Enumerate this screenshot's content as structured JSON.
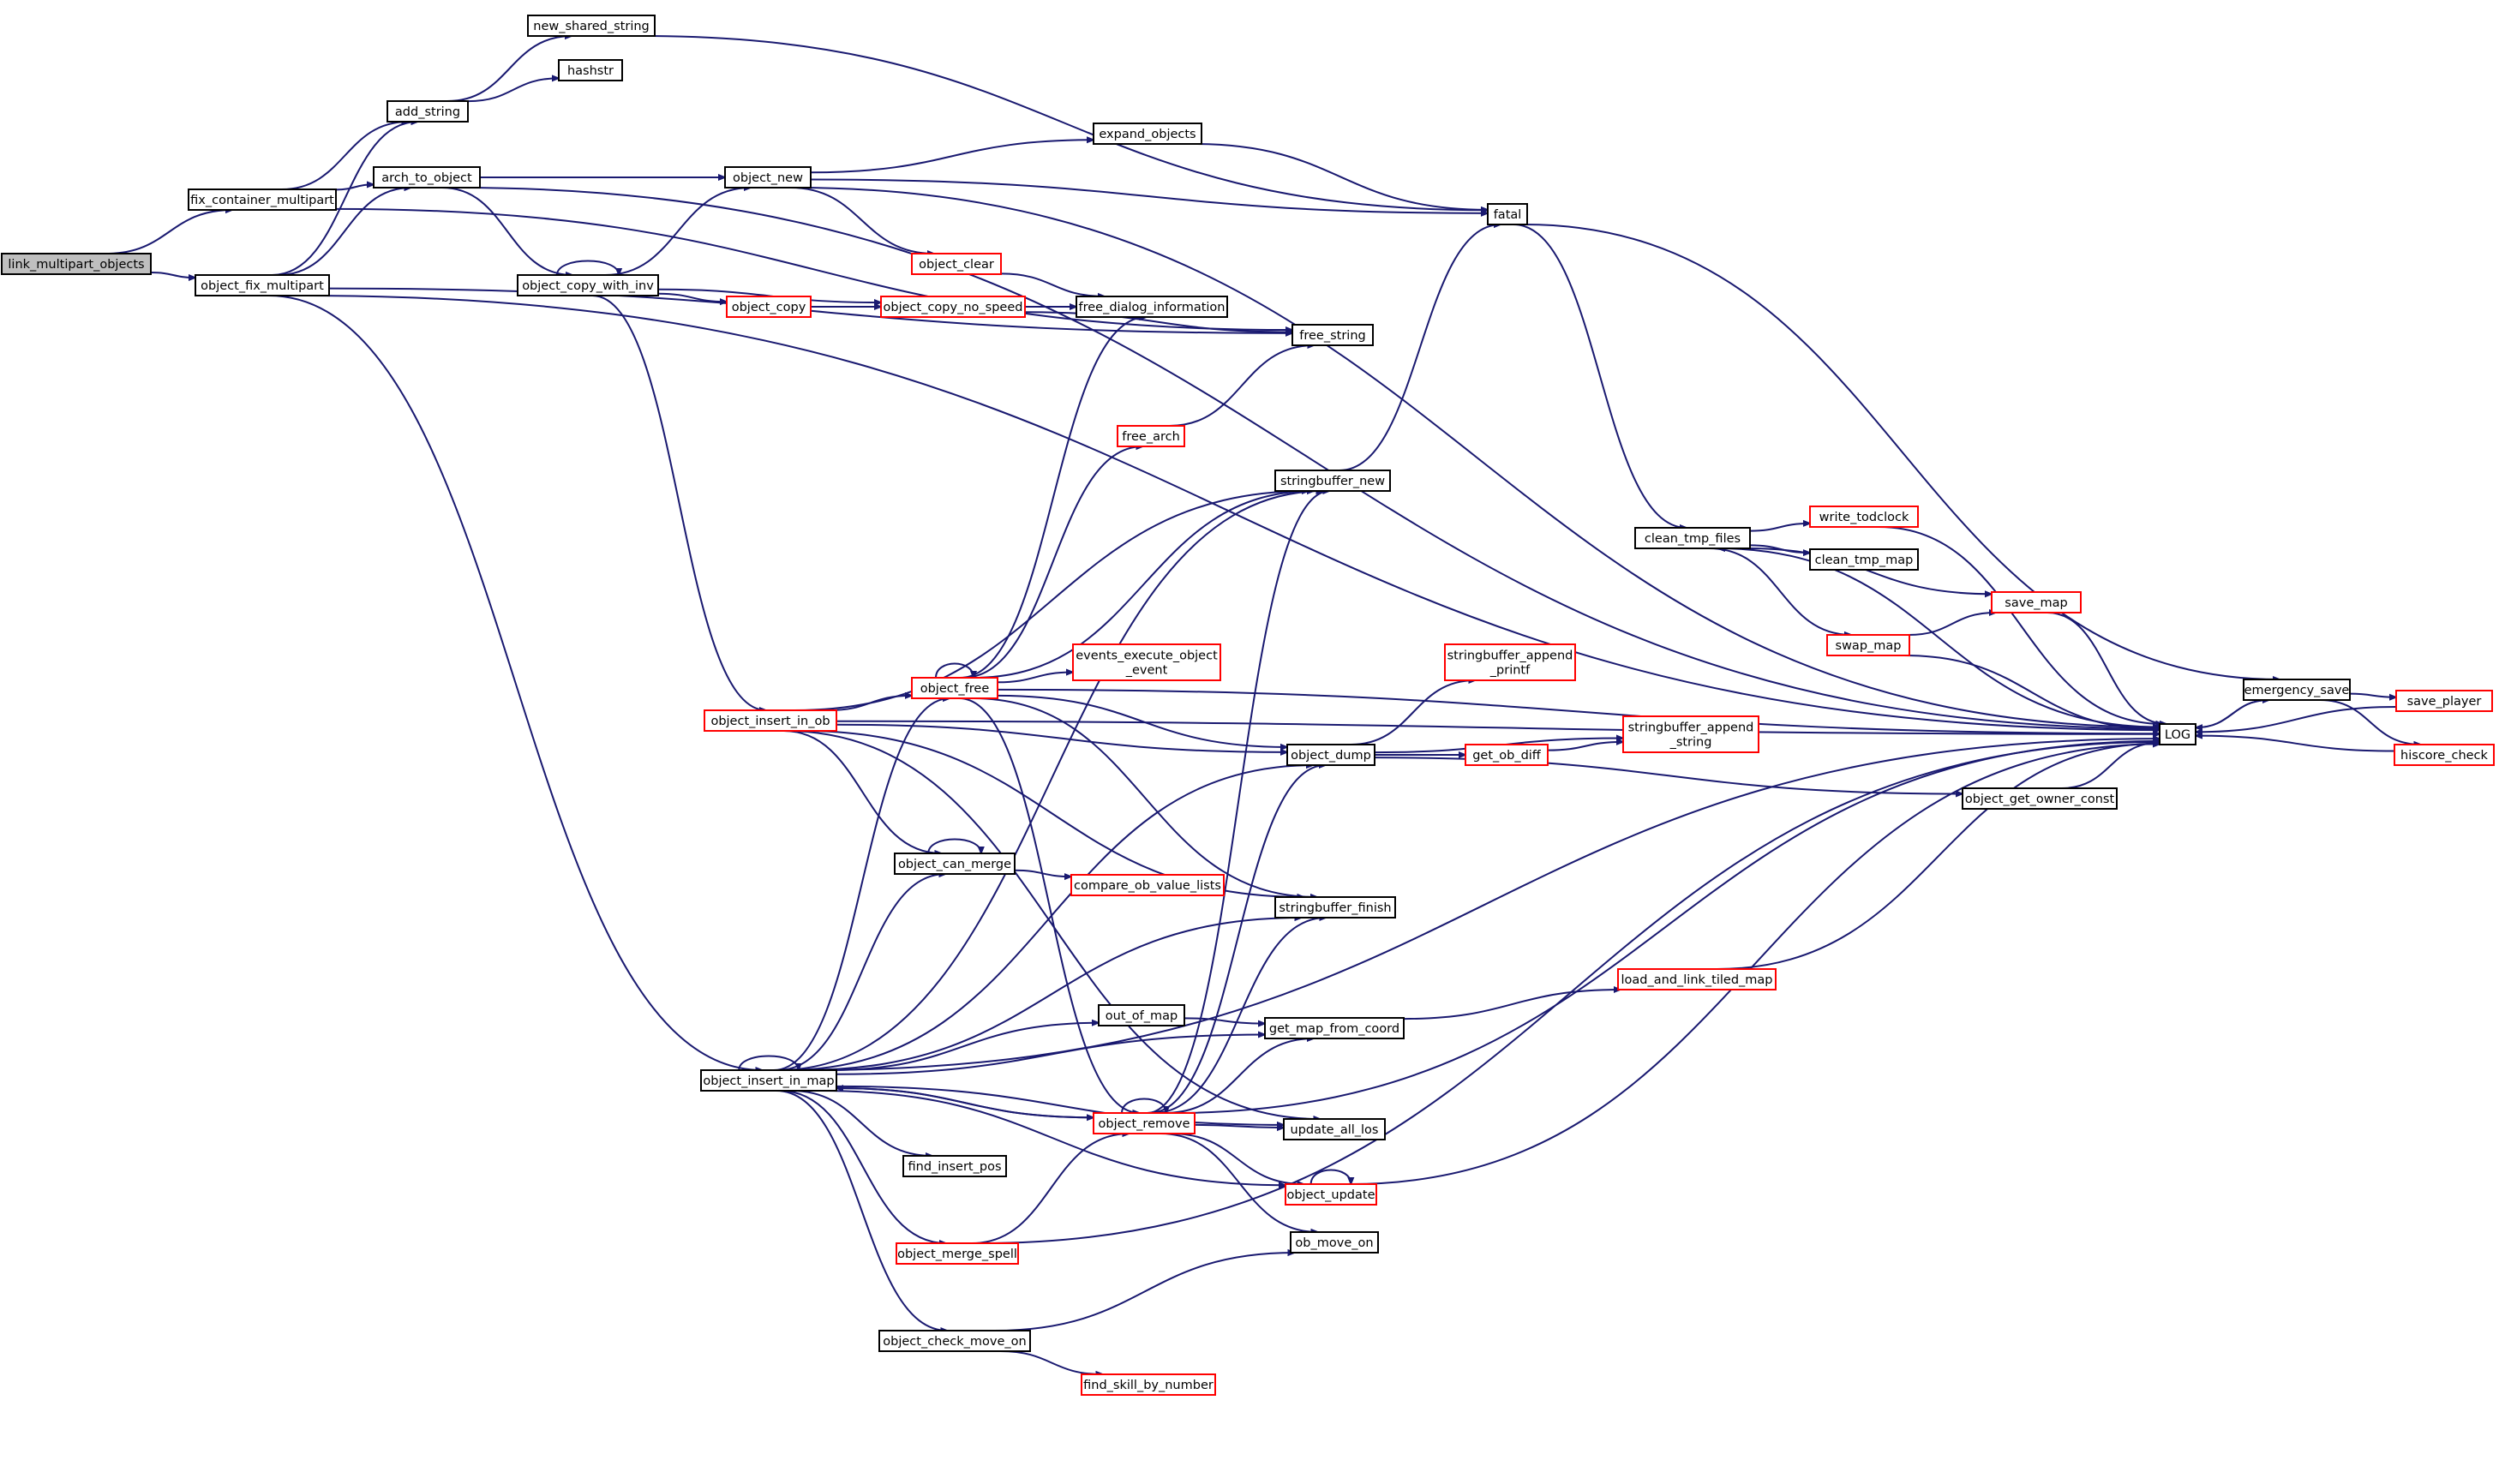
{
  "graph": {
    "title": "",
    "edge_color": "#191970",
    "colors": {
      "black_border": "#000000",
      "red_border": "#ff0000",
      "root_fill": "#bfbfbf"
    },
    "nodes": [
      {
        "id": "link_multipart_objects",
        "lines": [
          "link_multipart_objects"
        ],
        "style": "root"
      },
      {
        "id": "fix_container_multipart",
        "lines": [
          "fix_container_multipart"
        ],
        "style": "black"
      },
      {
        "id": "object_fix_multipart",
        "lines": [
          "object_fix_multipart"
        ],
        "style": "black"
      },
      {
        "id": "add_string",
        "lines": [
          "add_string"
        ],
        "style": "black"
      },
      {
        "id": "arch_to_object",
        "lines": [
          "arch_to_object"
        ],
        "style": "black"
      },
      {
        "id": "new_shared_string",
        "lines": [
          "new_shared_string"
        ],
        "style": "black"
      },
      {
        "id": "hashstr",
        "lines": [
          "hashstr"
        ],
        "style": "black"
      },
      {
        "id": "object_new",
        "lines": [
          "object_new"
        ],
        "style": "black"
      },
      {
        "id": "expand_objects",
        "lines": [
          "expand_objects"
        ],
        "style": "black"
      },
      {
        "id": "fatal",
        "lines": [
          "fatal"
        ],
        "style": "black"
      },
      {
        "id": "object_clear",
        "lines": [
          "object_clear"
        ],
        "style": "red"
      },
      {
        "id": "object_copy_with_inv",
        "lines": [
          "object_copy_with_inv"
        ],
        "style": "black"
      },
      {
        "id": "object_copy",
        "lines": [
          "object_copy"
        ],
        "style": "red"
      },
      {
        "id": "object_copy_no_speed",
        "lines": [
          "object_copy_no_speed"
        ],
        "style": "red"
      },
      {
        "id": "free_dialog_information",
        "lines": [
          "free_dialog_information"
        ],
        "style": "black"
      },
      {
        "id": "free_string",
        "lines": [
          "free_string"
        ],
        "style": "black"
      },
      {
        "id": "free_arch",
        "lines": [
          "free_arch"
        ],
        "style": "red"
      },
      {
        "id": "stringbuffer_new",
        "lines": [
          "stringbuffer_new"
        ],
        "style": "black"
      },
      {
        "id": "clean_tmp_files",
        "lines": [
          "clean_tmp_files"
        ],
        "style": "black"
      },
      {
        "id": "write_todclock",
        "lines": [
          "write_todclock"
        ],
        "style": "red"
      },
      {
        "id": "clean_tmp_map",
        "lines": [
          "clean_tmp_map"
        ],
        "style": "black"
      },
      {
        "id": "save_map",
        "lines": [
          "save_map"
        ],
        "style": "red"
      },
      {
        "id": "swap_map",
        "lines": [
          "swap_map"
        ],
        "style": "red"
      },
      {
        "id": "stringbuffer_append_printf",
        "lines": [
          "stringbuffer_append",
          "_printf"
        ],
        "style": "red"
      },
      {
        "id": "events_execute_object_event",
        "lines": [
          "events_execute_object",
          "_event"
        ],
        "style": "red"
      },
      {
        "id": "object_free",
        "lines": [
          "object_free"
        ],
        "style": "red"
      },
      {
        "id": "object_insert_in_ob",
        "lines": [
          "object_insert_in_ob"
        ],
        "style": "red"
      },
      {
        "id": "object_dump",
        "lines": [
          "object_dump"
        ],
        "style": "black"
      },
      {
        "id": "get_ob_diff",
        "lines": [
          "get_ob_diff"
        ],
        "style": "red"
      },
      {
        "id": "stringbuffer_append_string",
        "lines": [
          "stringbuffer_append",
          "_string"
        ],
        "style": "red"
      },
      {
        "id": "object_get_owner_const",
        "lines": [
          "object_get_owner_const"
        ],
        "style": "black"
      },
      {
        "id": "LOG",
        "lines": [
          "LOG"
        ],
        "style": "black"
      },
      {
        "id": "emergency_save",
        "lines": [
          "emergency_save"
        ],
        "style": "black"
      },
      {
        "id": "save_player",
        "lines": [
          "save_player"
        ],
        "style": "red"
      },
      {
        "id": "hiscore_check",
        "lines": [
          "hiscore_check"
        ],
        "style": "red"
      },
      {
        "id": "object_can_merge",
        "lines": [
          "object_can_merge"
        ],
        "style": "black"
      },
      {
        "id": "compare_ob_value_lists",
        "lines": [
          "compare_ob_value_lists"
        ],
        "style": "red"
      },
      {
        "id": "stringbuffer_finish",
        "lines": [
          "stringbuffer_finish"
        ],
        "style": "black"
      },
      {
        "id": "out_of_map",
        "lines": [
          "out_of_map"
        ],
        "style": "black"
      },
      {
        "id": "get_map_from_coord",
        "lines": [
          "get_map_from_coord"
        ],
        "style": "black"
      },
      {
        "id": "load_and_link_tiled_map",
        "lines": [
          "load_and_link_tiled_map"
        ],
        "style": "red"
      },
      {
        "id": "object_insert_in_map",
        "lines": [
          "object_insert_in_map"
        ],
        "style": "black"
      },
      {
        "id": "object_remove",
        "lines": [
          "object_remove"
        ],
        "style": "red"
      },
      {
        "id": "update_all_los",
        "lines": [
          "update_all_los"
        ],
        "style": "black"
      },
      {
        "id": "find_insert_pos",
        "lines": [
          "find_insert_pos"
        ],
        "style": "black"
      },
      {
        "id": "object_update",
        "lines": [
          "object_update"
        ],
        "style": "red"
      },
      {
        "id": "object_merge_spell",
        "lines": [
          "object_merge_spell"
        ],
        "style": "red"
      },
      {
        "id": "ob_move_on",
        "lines": [
          "ob_move_on"
        ],
        "style": "black"
      },
      {
        "id": "object_check_move_on",
        "lines": [
          "object_check_move_on"
        ],
        "style": "black"
      },
      {
        "id": "find_skill_by_number",
        "lines": [
          "find_skill_by_number"
        ],
        "style": "red"
      }
    ],
    "edges": [
      [
        "link_multipart_objects",
        "fix_container_multipart"
      ],
      [
        "link_multipart_objects",
        "object_fix_multipart"
      ],
      [
        "fix_container_multipart",
        "add_string"
      ],
      [
        "fix_container_multipart",
        "arch_to_object"
      ],
      [
        "fix_container_multipart",
        "free_string"
      ],
      [
        "object_fix_multipart",
        "add_string"
      ],
      [
        "object_fix_multipart",
        "arch_to_object"
      ],
      [
        "object_fix_multipart",
        "free_string"
      ],
      [
        "object_fix_multipart",
        "object_insert_in_map"
      ],
      [
        "object_fix_multipart",
        "LOG"
      ],
      [
        "add_string",
        "new_shared_string"
      ],
      [
        "add_string",
        "hashstr"
      ],
      [
        "new_shared_string",
        "fatal"
      ],
      [
        "arch_to_object",
        "object_new"
      ],
      [
        "arch_to_object",
        "object_copy_with_inv"
      ],
      [
        "arch_to_object",
        "LOG"
      ],
      [
        "object_new",
        "expand_objects"
      ],
      [
        "object_new",
        "fatal"
      ],
      [
        "object_new",
        "object_clear"
      ],
      [
        "object_new",
        "LOG"
      ],
      [
        "expand_objects",
        "fatal"
      ],
      [
        "object_clear",
        "free_dialog_information"
      ],
      [
        "object_copy_with_inv",
        "object_copy_with_inv"
      ],
      [
        "object_copy_with_inv",
        "object_new"
      ],
      [
        "object_copy_with_inv",
        "object_copy"
      ],
      [
        "object_copy_with_inv",
        "object_copy_no_speed"
      ],
      [
        "object_copy_with_inv",
        "object_insert_in_ob"
      ],
      [
        "object_copy",
        "object_copy_no_speed"
      ],
      [
        "object_copy_no_speed",
        "free_dialog_information"
      ],
      [
        "object_copy_no_speed",
        "free_string"
      ],
      [
        "free_arch",
        "free_string"
      ],
      [
        "stringbuffer_new",
        "fatal"
      ],
      [
        "fatal",
        "clean_tmp_files"
      ],
      [
        "fatal",
        "emergency_save"
      ],
      [
        "clean_tmp_files",
        "write_todclock"
      ],
      [
        "clean_tmp_files",
        "clean_tmp_map"
      ],
      [
        "clean_tmp_files",
        "save_map"
      ],
      [
        "clean_tmp_files",
        "swap_map"
      ],
      [
        "swap_map",
        "save_map"
      ],
      [
        "swap_map",
        "LOG"
      ],
      [
        "save_map",
        "LOG"
      ],
      [
        "write_todclock",
        "LOG"
      ],
      [
        "LOG",
        "clean_tmp_files"
      ],
      [
        "LOG",
        "emergency_save"
      ],
      [
        "emergency_save",
        "save_player"
      ],
      [
        "emergency_save",
        "hiscore_check"
      ],
      [
        "emergency_save",
        "LOG"
      ],
      [
        "save_player",
        "LOG"
      ],
      [
        "hiscore_check",
        "LOG"
      ],
      [
        "object_insert_in_ob",
        "object_free"
      ],
      [
        "object_insert_in_ob",
        "object_dump"
      ],
      [
        "object_insert_in_ob",
        "stringbuffer_new"
      ],
      [
        "object_insert_in_ob",
        "stringbuffer_finish"
      ],
      [
        "object_insert_in_ob",
        "object_can_merge"
      ],
      [
        "object_insert_in_ob",
        "update_all_los"
      ],
      [
        "object_insert_in_ob",
        "LOG"
      ],
      [
        "object_free",
        "object_free"
      ],
      [
        "object_free",
        "free_dialog_information"
      ],
      [
        "object_free",
        "free_arch"
      ],
      [
        "object_free",
        "stringbuffer_new"
      ],
      [
        "object_free",
        "events_execute_object_event"
      ],
      [
        "object_free",
        "object_dump"
      ],
      [
        "object_free",
        "stringbuffer_finish"
      ],
      [
        "object_free",
        "object_remove"
      ],
      [
        "object_free",
        "LOG"
      ],
      [
        "object_dump",
        "stringbuffer_append_printf"
      ],
      [
        "object_dump",
        "get_ob_diff"
      ],
      [
        "object_dump",
        "stringbuffer_append_string"
      ],
      [
        "object_dump",
        "object_get_owner_const"
      ],
      [
        "get_ob_diff",
        "stringbuffer_append_string"
      ],
      [
        "object_get_owner_const",
        "LOG"
      ],
      [
        "object_can_merge",
        "object_can_merge"
      ],
      [
        "object_can_merge",
        "compare_ob_value_lists"
      ],
      [
        "object_insert_in_map",
        "object_insert_in_map"
      ],
      [
        "object_insert_in_map",
        "object_free"
      ],
      [
        "object_insert_in_map",
        "object_can_merge"
      ],
      [
        "object_insert_in_map",
        "stringbuffer_new"
      ],
      [
        "object_insert_in_map",
        "object_dump"
      ],
      [
        "object_insert_in_map",
        "stringbuffer_finish"
      ],
      [
        "object_insert_in_map",
        "out_of_map"
      ],
      [
        "object_insert_in_map",
        "get_map_from_coord"
      ],
      [
        "object_insert_in_map",
        "object_remove"
      ],
      [
        "object_insert_in_map",
        "update_all_los"
      ],
      [
        "object_insert_in_map",
        "find_insert_pos"
      ],
      [
        "object_insert_in_map",
        "object_update"
      ],
      [
        "object_insert_in_map",
        "object_merge_spell"
      ],
      [
        "object_insert_in_map",
        "object_check_move_on"
      ],
      [
        "object_insert_in_map",
        "LOG"
      ],
      [
        "out_of_map",
        "get_map_from_coord"
      ],
      [
        "get_map_from_coord",
        "load_and_link_tiled_map"
      ],
      [
        "load_and_link_tiled_map",
        "LOG"
      ],
      [
        "object_remove",
        "object_remove"
      ],
      [
        "object_remove",
        "stringbuffer_new"
      ],
      [
        "object_remove",
        "object_dump"
      ],
      [
        "object_remove",
        "stringbuffer_finish"
      ],
      [
        "object_remove",
        "get_map_from_coord"
      ],
      [
        "object_remove",
        "update_all_los"
      ],
      [
        "object_remove",
        "object_update"
      ],
      [
        "object_remove",
        "ob_move_on"
      ],
      [
        "object_remove",
        "object_insert_in_map"
      ],
      [
        "object_remove",
        "LOG"
      ],
      [
        "object_update",
        "object_update"
      ],
      [
        "object_update",
        "LOG"
      ],
      [
        "object_merge_spell",
        "object_remove"
      ],
      [
        "object_merge_spell",
        "LOG"
      ],
      [
        "object_check_move_on",
        "ob_move_on"
      ],
      [
        "object_check_move_on",
        "find_skill_by_number"
      ]
    ]
  }
}
